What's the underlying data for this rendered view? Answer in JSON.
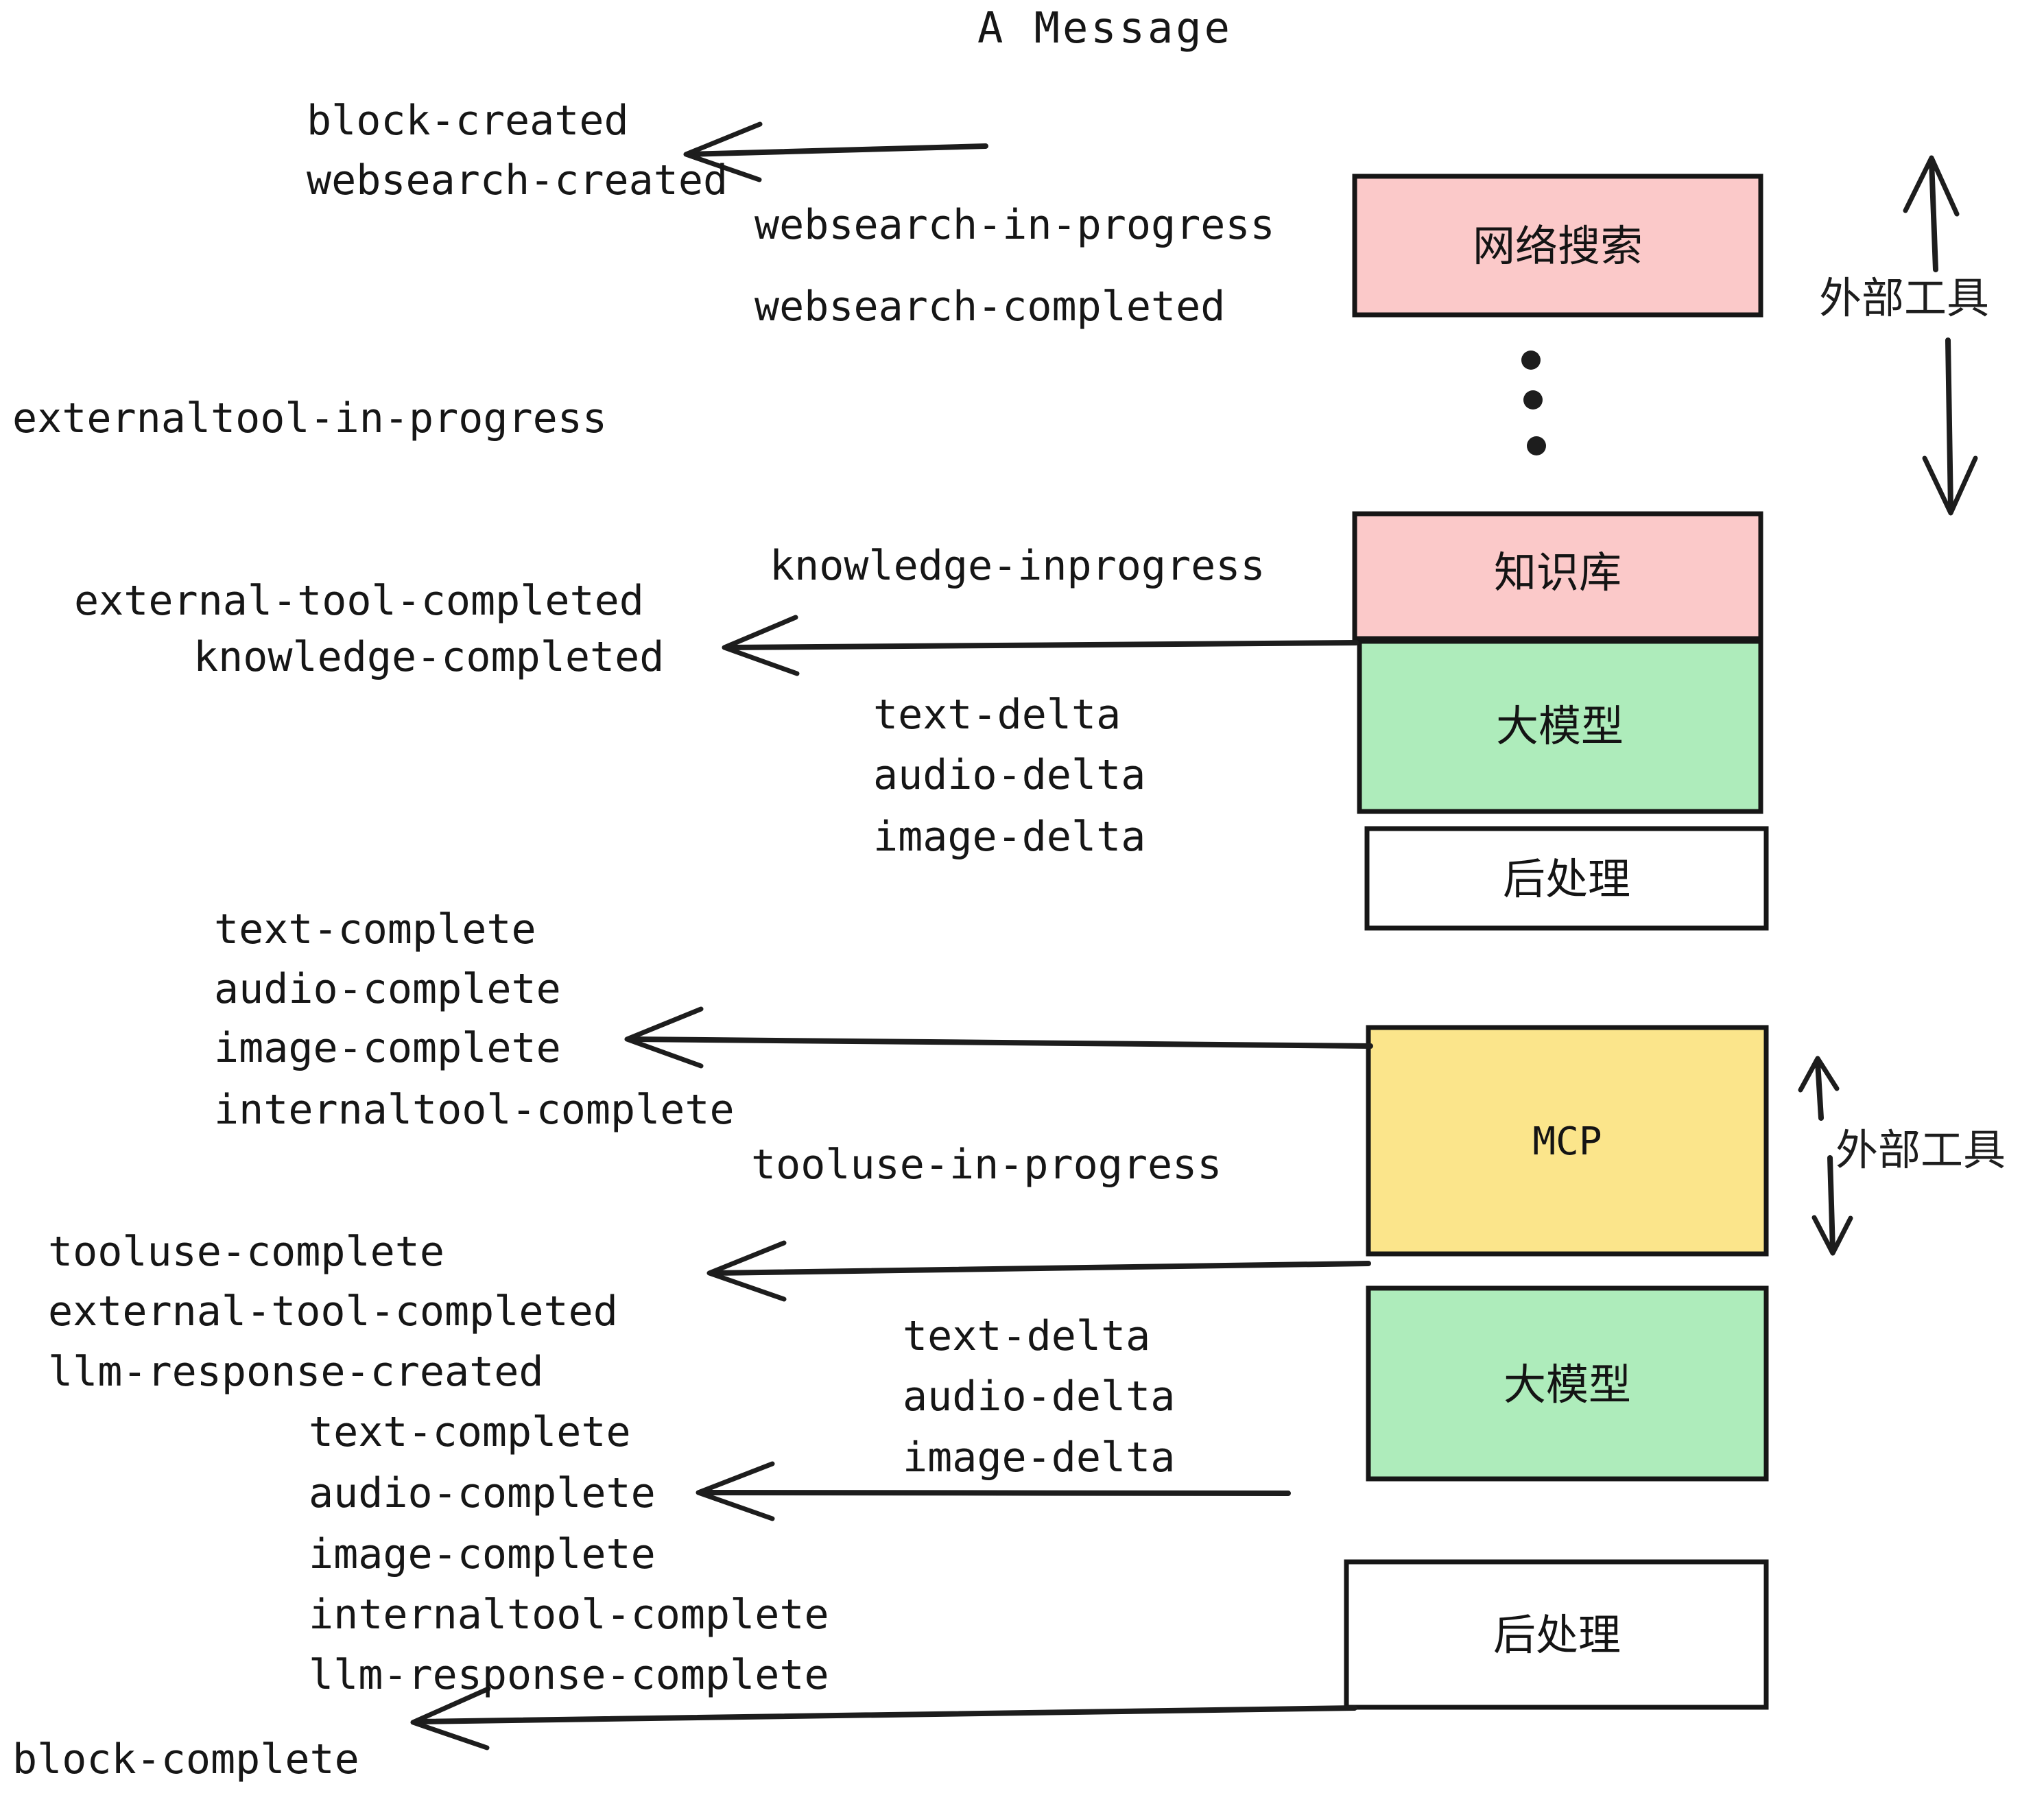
{
  "title": "A Message",
  "colors": {
    "pink": "#fbc9c9",
    "green": "#aeecbb",
    "yellow": "#fbe58b",
    "white": "#ffffff",
    "stroke": "#161616",
    "text": "#161616"
  },
  "boxes": [
    {
      "id": "websearch",
      "label": "网络搜索",
      "fill": "#fbc9c9",
      "kind": "cjk"
    },
    {
      "id": "knowledge",
      "label": "知识库",
      "fill": "#fbc9c9",
      "kind": "cjk"
    },
    {
      "id": "llm-1",
      "label": "大模型",
      "fill": "#aeecbb",
      "kind": "cjk"
    },
    {
      "id": "postprocess-1",
      "label": "后处理",
      "fill": "#ffffff",
      "kind": "cjk"
    },
    {
      "id": "mcp",
      "label": "MCP",
      "fill": "#fbe58b",
      "kind": "mono"
    },
    {
      "id": "llm-2",
      "label": "大模型",
      "fill": "#aeecbb",
      "kind": "cjk"
    },
    {
      "id": "postprocess-2",
      "label": "后处理",
      "fill": "#ffffff",
      "kind": "cjk"
    }
  ],
  "side_labels": [
    {
      "id": "external-tools-top",
      "label": "外部工具"
    },
    {
      "id": "external-tools-bottom",
      "label": "外部工具"
    }
  ],
  "events": [
    {
      "id": "block-created",
      "text": "block-created"
    },
    {
      "id": "websearch-created",
      "text": "websearch-created"
    },
    {
      "id": "websearch-in-progress",
      "text": "websearch-in-progress"
    },
    {
      "id": "websearch-completed",
      "text": "websearch-completed"
    },
    {
      "id": "externaltool-in-progress",
      "text": "externaltool-in-progress"
    },
    {
      "id": "knowledge-inprogress",
      "text": "knowledge-inprogress"
    },
    {
      "id": "external-tool-completed-1",
      "text": "external-tool-completed"
    },
    {
      "id": "knowledge-completed",
      "text": "knowledge-completed"
    },
    {
      "id": "text-delta-1",
      "text": "text-delta"
    },
    {
      "id": "audio-delta-1",
      "text": "audio-delta"
    },
    {
      "id": "image-delta-1",
      "text": "image-delta"
    },
    {
      "id": "text-complete-1",
      "text": "text-complete"
    },
    {
      "id": "audio-complete-1",
      "text": "audio-complete"
    },
    {
      "id": "image-complete-1",
      "text": "image-complete"
    },
    {
      "id": "internaltool-complete-1",
      "text": "internaltool-complete"
    },
    {
      "id": "tooluse-in-progress",
      "text": "tooluse-in-progress"
    },
    {
      "id": "tooluse-complete",
      "text": "tooluse-complete"
    },
    {
      "id": "external-tool-completed-2",
      "text": "external-tool-completed"
    },
    {
      "id": "llm-response-created",
      "text": "llm-response-created"
    },
    {
      "id": "text-delta-2",
      "text": "text-delta"
    },
    {
      "id": "audio-delta-2",
      "text": "audio-delta"
    },
    {
      "id": "image-delta-2",
      "text": "image-delta"
    },
    {
      "id": "text-complete-2",
      "text": "text-complete"
    },
    {
      "id": "audio-complete-2",
      "text": "audio-complete"
    },
    {
      "id": "image-complete-2",
      "text": "image-complete"
    },
    {
      "id": "internaltool-complete-2",
      "text": "internaltool-complete"
    },
    {
      "id": "llm-response-complete",
      "text": "llm-response-complete"
    },
    {
      "id": "block-complete",
      "text": "block-complete"
    }
  ]
}
